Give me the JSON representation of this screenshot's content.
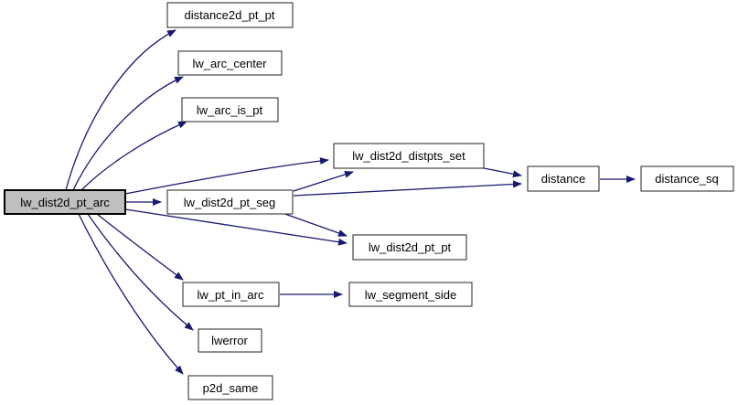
{
  "graph": {
    "type": "call-graph",
    "root": "lw_dist2d_pt_arc",
    "colors": {
      "edge": "#191970",
      "node_border": "#353535",
      "node_fill": "#ffffff",
      "root_node_fill": "#bfbfbf",
      "root_node_border": "#000000",
      "text": "#000000",
      "background": "#ffffff"
    },
    "nodes": [
      {
        "id": "lw_dist2d_pt_arc",
        "label": "lw_dist2d_pt_arc",
        "highlighted": true
      },
      {
        "id": "distance2d_pt_pt",
        "label": "distance2d_pt_pt",
        "highlighted": false
      },
      {
        "id": "lw_arc_center",
        "label": "lw_arc_center",
        "highlighted": false
      },
      {
        "id": "lw_arc_is_pt",
        "label": "lw_arc_is_pt",
        "highlighted": false
      },
      {
        "id": "lw_dist2d_distpts_set",
        "label": "lw_dist2d_distpts_set",
        "highlighted": false
      },
      {
        "id": "lw_dist2d_pt_seg",
        "label": "lw_dist2d_pt_seg",
        "highlighted": false
      },
      {
        "id": "distance",
        "label": "distance",
        "highlighted": false
      },
      {
        "id": "distance_sq",
        "label": "distance_sq",
        "highlighted": false
      },
      {
        "id": "lw_dist2d_pt_pt",
        "label": "lw_dist2d_pt_pt",
        "highlighted": false
      },
      {
        "id": "lw_pt_in_arc",
        "label": "lw_pt_in_arc",
        "highlighted": false
      },
      {
        "id": "lw_segment_side",
        "label": "lw_segment_side",
        "highlighted": false
      },
      {
        "id": "lwerror",
        "label": "lwerror",
        "highlighted": false
      },
      {
        "id": "p2d_same",
        "label": "p2d_same",
        "highlighted": false
      }
    ],
    "edges": [
      {
        "from": "lw_dist2d_pt_arc",
        "to": "distance2d_pt_pt"
      },
      {
        "from": "lw_dist2d_pt_arc",
        "to": "lw_arc_center"
      },
      {
        "from": "lw_dist2d_pt_arc",
        "to": "lw_arc_is_pt"
      },
      {
        "from": "lw_dist2d_pt_arc",
        "to": "lw_dist2d_distpts_set"
      },
      {
        "from": "lw_dist2d_pt_arc",
        "to": "lw_dist2d_pt_seg"
      },
      {
        "from": "lw_dist2d_pt_arc",
        "to": "lw_dist2d_pt_pt"
      },
      {
        "from": "lw_dist2d_pt_arc",
        "to": "lw_pt_in_arc"
      },
      {
        "from": "lw_dist2d_pt_arc",
        "to": "lwerror"
      },
      {
        "from": "lw_dist2d_pt_arc",
        "to": "p2d_same"
      },
      {
        "from": "lw_dist2d_pt_seg",
        "to": "lw_dist2d_distpts_set"
      },
      {
        "from": "lw_dist2d_pt_seg",
        "to": "distance"
      },
      {
        "from": "lw_dist2d_pt_seg",
        "to": "lw_dist2d_pt_pt"
      },
      {
        "from": "lw_dist2d_distpts_set",
        "to": "distance"
      },
      {
        "from": "distance",
        "to": "distance_sq"
      },
      {
        "from": "lw_pt_in_arc",
        "to": "lw_segment_side"
      }
    ]
  }
}
